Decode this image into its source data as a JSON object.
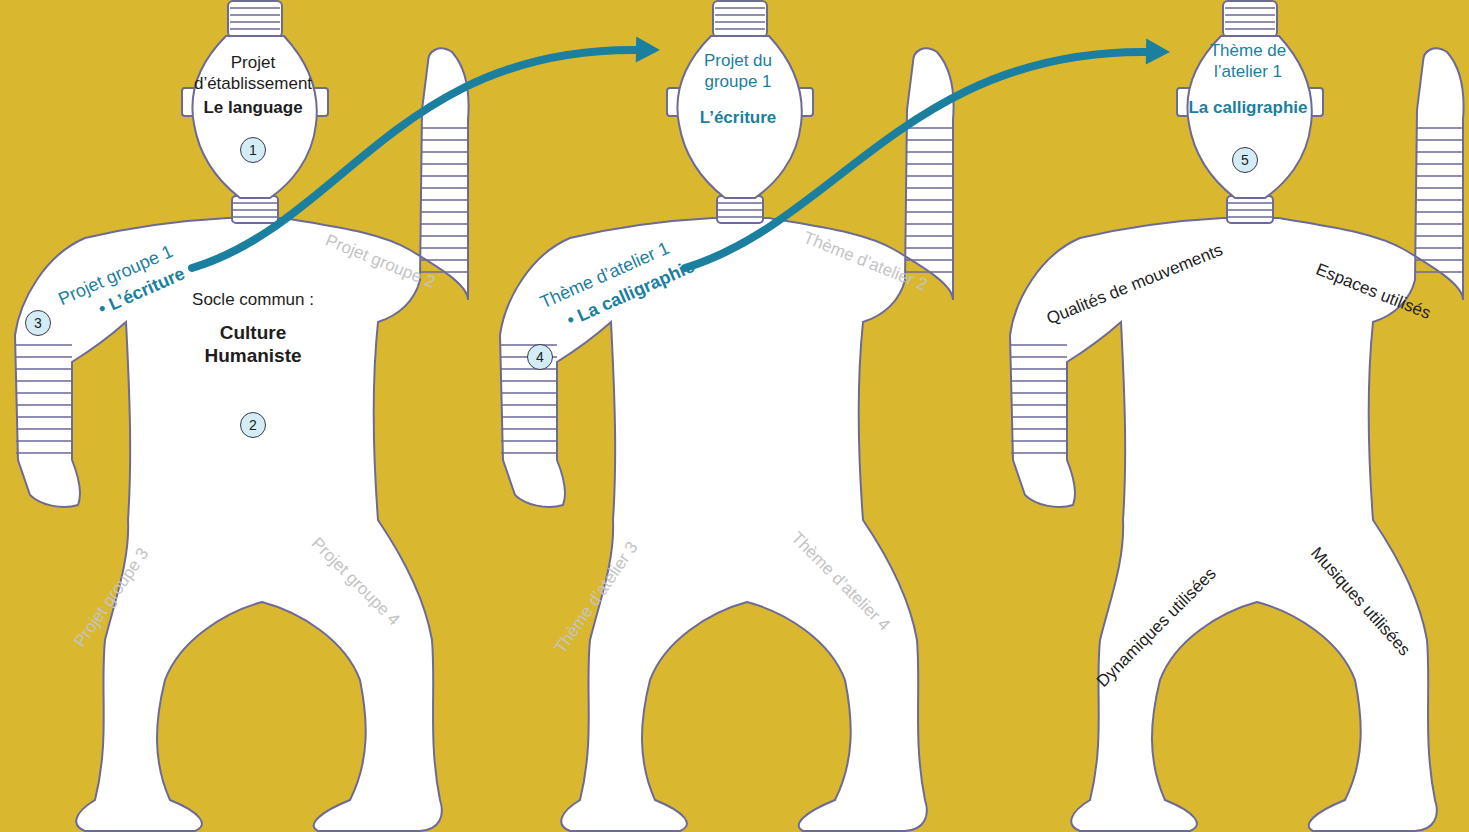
{
  "diagram": {
    "nodes": [
      {
        "text": [
          "Projet d’établissement",
          "Le language"
        ]
      },
      {
        "text": [
          "Socle commun :",
          "Culture Humaniste",
          "Projet groupe 1",
          "• L’écriture",
          "Projet groupe 2",
          "Projet groupe 3",
          "Projet groupe 4"
        ]
      },
      {
        "text": [
          "Projet du groupe 1",
          "L’écriture"
        ]
      },
      {
        "text": [
          "Thème d’atelier 1",
          "• La calligraphie",
          "Thème d’atelier 2",
          "Thème d’atelier 3",
          "Thème d’atelier 4"
        ]
      },
      {
        "text": [
          "Thème de l’atelier 1",
          "La calligraphie"
        ]
      },
      {
        "text": [
          "Qualités de mouvements",
          "Espaces utilisés",
          "Dynamiques utilisées",
          "Musiques utilisées"
        ]
      }
    ],
    "edges": [
      {
        "from": 1,
        "to": 2,
        "arrow": "to"
      },
      {
        "from": 3,
        "to": 4,
        "arrow": "to"
      }
    ],
    "labels": [
      "1",
      "2",
      "3",
      "4",
      "5"
    ]
  }
}
